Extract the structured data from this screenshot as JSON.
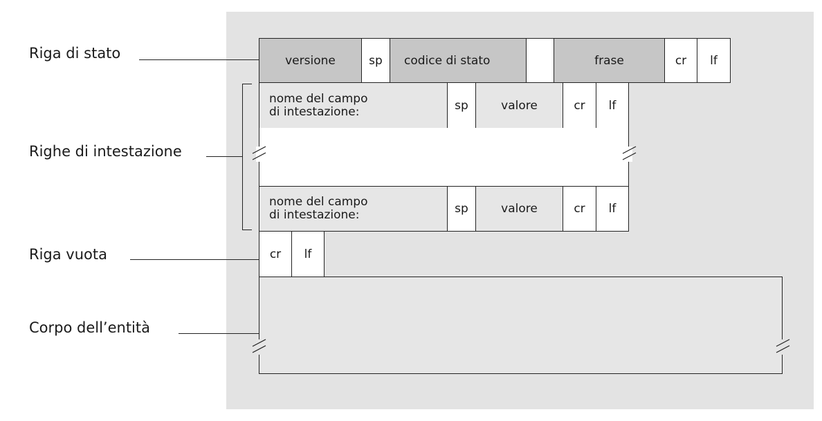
{
  "labels": {
    "status_line": "Riga di stato",
    "header_lines": "Righe di intestazione",
    "blank_line": "Riga vuota",
    "entity_body": "Corpo dell’entità"
  },
  "status_row": {
    "version": "versione",
    "sp1": "sp",
    "status_code": "codice di stato",
    "phrase": "frase",
    "cr": "cr",
    "lf": "lf"
  },
  "header_row_1": {
    "field_name_line1": "nome del campo",
    "field_name_line2": "di intestazione:",
    "sp": "sp",
    "value": "valore",
    "cr": "cr",
    "lf": "lf"
  },
  "header_row_2": {
    "field_name_line1": "nome del campo",
    "field_name_line2": "di intestazione:",
    "sp": "sp",
    "value": "valore",
    "cr": "cr",
    "lf": "lf"
  },
  "blank_row": {
    "cr": "cr",
    "lf": "lf"
  },
  "colors": {
    "panel": "#e3e3e3",
    "dark_cell": "#c6c6c6",
    "light_cell": "#e6e6e6",
    "white_cell": "#ffffff",
    "line": "#222222"
  }
}
